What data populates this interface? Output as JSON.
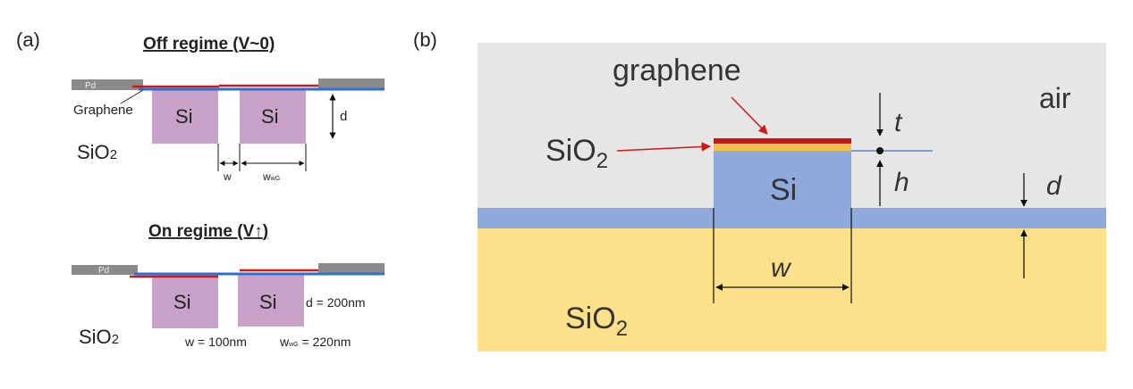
{
  "panel_a": {
    "label": "(a)",
    "off": {
      "title": "Off regime (V~0)",
      "pd_left": "Pd",
      "graphene": "Graphene",
      "si_left": "Si",
      "si_right": "Si",
      "sio2_main": "SiO",
      "sio2_sub": "2",
      "d": "d",
      "w": "w",
      "wwg_main": "w",
      "wwg_sub": "wG"
    },
    "on": {
      "title": "On regime (V",
      "title_end": ")",
      "pd_left": "Pd",
      "si_left": "Si",
      "si_right": "Si",
      "sio2_main": "SiO",
      "sio2_sub": "2",
      "d_value": "d = 200nm",
      "w_value": "w = 100nm",
      "wwg_main": "w",
      "wwg_sub": "wG",
      "wwg_value": " = 220nm"
    }
  },
  "panel_b": {
    "label": "(b)",
    "graphene": "graphene",
    "sio2_label_main": "SiO",
    "sio2_label_sub": "2",
    "air": "air",
    "si": "Si",
    "t": "t",
    "h": "h",
    "d": "d",
    "w": "w",
    "substrate_main": "SiO",
    "substrate_sub": "2"
  },
  "colors": {
    "si_a": "#c8a2c8",
    "graphene_red": "#d01818",
    "blue_line": "#2a6fd6",
    "pd_gray": "#8a8a8a",
    "air_bg": "#e6e6e6",
    "si_b": "#8ea9db",
    "substrate_b": "#fde08a",
    "gold_layer": "#f2c14e"
  }
}
